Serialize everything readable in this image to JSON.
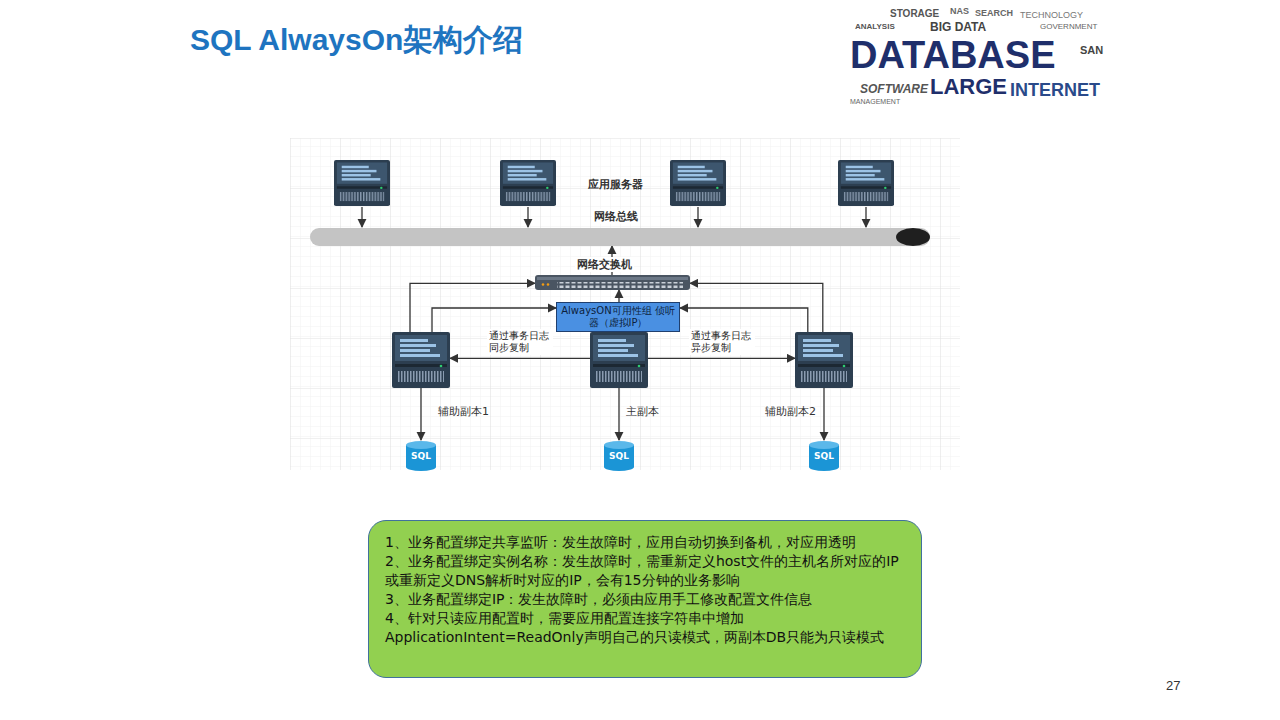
{
  "diagram": {
    "title": "SQL AlwaysOn架构介绍",
    "nodes": [
      {
        "text": [
          "网络总线"
        ]
      },
      {
        "text": [
          "网络交换机"
        ]
      },
      {
        "text": [
          "AlwaysON可用性组 侦听器（虚拟IP）"
        ]
      },
      {
        "text": [
          "辅助副本1"
        ]
      },
      {
        "text": [
          "主副本"
        ]
      },
      {
        "text": [
          "辅助副本2"
        ]
      },
      {
        "text": [
          "SQL"
        ]
      },
      {
        "text": [
          "SQL"
        ]
      },
      {
        "text": [
          "SQL"
        ]
      },
      {
        "text": [
          "1、业务配置绑定共享监听：发生故障时，应用自动切换到备机，对应用透明",
          "2、业务配置绑定实例名称：发生故障时，需重新定义host文件的主机名所对应的IP或重新定义DNS解析时对应的IP，会有15分钟的业务影响",
          "3、业务配置绑定IP：发生故障时，必须由应用手工修改配置文件信息",
          "4、针对只读应用配置时，需要应用配置连接字符串中增加ApplicationIntent=ReadOnly声明自己的只读模式，两副本DB只能为只读模式"
        ]
      }
    ],
    "edges": [
      {
        "from": 1,
        "to": 0,
        "arrow": "to"
      },
      {
        "from": 3,
        "to": 1,
        "arrow": "to"
      },
      {
        "from": 5,
        "to": 1,
        "arrow": "to"
      },
      {
        "from": 3,
        "to": 2,
        "arrow": "to"
      },
      {
        "from": 5,
        "to": 2,
        "arrow": "to"
      },
      {
        "from": 4,
        "to": 2,
        "arrow": "to"
      },
      {
        "from": 2,
        "to": 1,
        "arrow": "to"
      },
      {
        "from": 4,
        "to": 3,
        "label": "通过事务日志同步复制",
        "arrow": "to"
      },
      {
        "from": 4,
        "to": 5,
        "label": "通过事务日志异步复制",
        "arrow": "to"
      },
      {
        "from": 3,
        "to": 6,
        "arrow": "to"
      },
      {
        "from": 4,
        "to": 7,
        "arrow": "to"
      },
      {
        "from": 5,
        "to": 8,
        "arrow": "to"
      }
    ],
    "labels": [
      "应用服务器",
      "DATABASE",
      "LARGE",
      "INTERNET",
      "SOFTWARE",
      "BIG DATA",
      "STORAGE",
      "NAS",
      "SEARCH",
      "TECHNOLOGY",
      "ANALYSIS",
      "MANAGEMENT",
      "GOVERNMENT",
      "SAN",
      "27"
    ]
  }
}
